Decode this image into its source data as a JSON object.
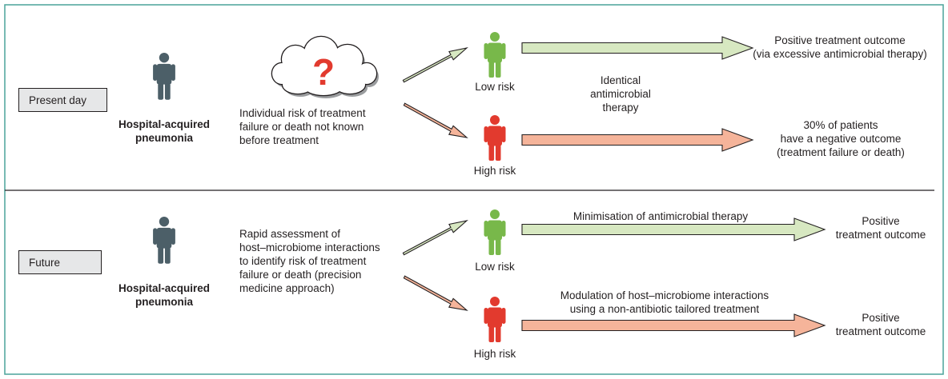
{
  "colors": {
    "frame": "#4aa39a",
    "person_neutral": "#4c5f68",
    "person_low_risk": "#78b84a",
    "person_high_risk": "#e23a2e",
    "arrow_green": "#d7e8c1",
    "arrow_red": "#f5b49a",
    "question_mark": "#e23a2e",
    "label_box": "#e6e7e8"
  },
  "present": {
    "label": "Present day",
    "patient_line1": "Hospital-acquired",
    "patient_line2": "pneumonia",
    "cloud_symbol": "?",
    "risk_lines": [
      "Individual risk of treatment",
      "failure or death not known",
      "before treatment"
    ],
    "low_risk": "Low risk",
    "high_risk": "High risk",
    "therapy_lines": [
      "Identical",
      "antimicrobial",
      "therapy"
    ],
    "low_outcome_lines": [
      "Positive treatment outcome",
      "(via excessive antimicrobial therapy)"
    ],
    "high_outcome_lines": [
      "30% of patients",
      "have a negative outcome",
      "(treatment failure or death)"
    ]
  },
  "future": {
    "label": "Future",
    "patient_line1": "Hospital-acquired",
    "patient_line2": "pneumonia",
    "assessment_lines": [
      "Rapid assessment of",
      "host–microbiome interactions",
      "to identify risk of treatment",
      "failure or death (precision",
      "medicine approach)"
    ],
    "low_risk": "Low risk",
    "high_risk": "High risk",
    "low_arrow_label": "Minimisation of antimicrobial therapy",
    "high_arrow_lines": [
      "Modulation of host–microbiome interactions",
      "using a non-antibiotic tailored treatment"
    ],
    "low_outcome_lines": [
      "Positive",
      "treatment outcome"
    ],
    "high_outcome_lines": [
      "Positive",
      "treatment outcome"
    ]
  }
}
